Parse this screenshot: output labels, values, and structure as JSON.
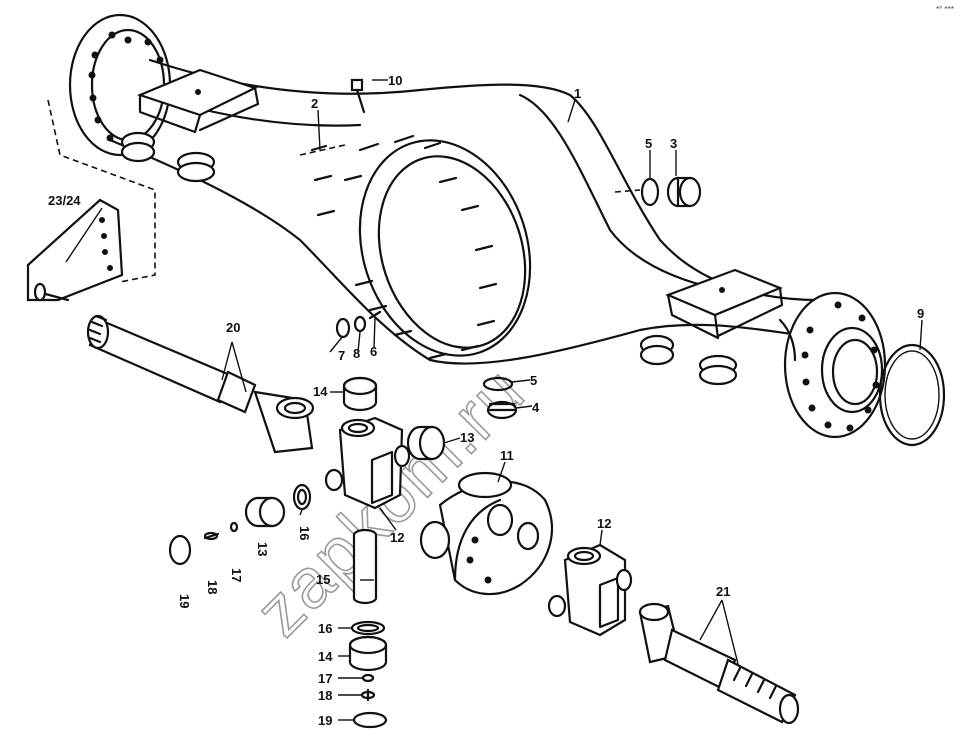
{
  "watermark": "zapkom.ru",
  "corner_mark": "*° ***",
  "labels": {
    "housing": "1",
    "stud": "2",
    "breather": "3",
    "plug": "4",
    "washer_a": "5",
    "washer_b": "5",
    "nut": "6",
    "washer_c": "7",
    "lock_washer": "8",
    "o_ring": "9",
    "bolt": "10",
    "diff_case": "11",
    "cross_a": "12",
    "cross_b": "12",
    "bearing_a": "13",
    "bearing_b": "13",
    "cap_a": "14",
    "cap_b": "14",
    "pin": "15",
    "ring_a": "16",
    "ring_b": "16",
    "circlip_a": "17",
    "circlip_b": "17",
    "shim_a": "18",
    "shim_b": "18",
    "snap_a": "19",
    "snap_b": "19",
    "shaft_a": "20",
    "shaft_b": "21",
    "bracket": "23/24"
  }
}
